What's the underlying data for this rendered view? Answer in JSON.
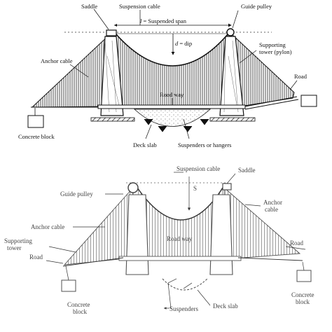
{
  "figure_top": {
    "saddle": "Saddle",
    "suspension_cable": "Suspension cable",
    "span_l": "l",
    "span_rest": " = Suspended span",
    "dip_d": "d",
    "dip_rest": " = dip",
    "guide_pulley": "Guide pulley",
    "supporting_tower_1": "Supporting",
    "supporting_tower_2": "tower (pylon)",
    "anchor_cable": "Anchor cable",
    "road": "Road",
    "road_way": "Road way",
    "concrete_block": "Concrete block",
    "deck_slab": "Deck slab",
    "suspenders": "Suspenders or hangers"
  },
  "figure_bottom": {
    "suspension_cable": "Suspension cable",
    "saddle": "Saddle",
    "guide_pulley": "Guide pulley",
    "dip_symbol": "S",
    "anchor_cable_right_1": "Anchor",
    "anchor_cable_right_2": "cable",
    "anchor_cable_left": "Anchor cable",
    "supporting_tower_1": "Supporting",
    "supporting_tower_2": "tower",
    "road_way": "Road way",
    "road_left": "Road",
    "road_right": "Road",
    "concrete_block_left_1": "Concrete",
    "concrete_block_left_2": "block",
    "concrete_block_right_1": "Concrete",
    "concrete_block_right_2": "block",
    "suspenders": "Suspenders",
    "deck_slab": "Deck slab"
  }
}
